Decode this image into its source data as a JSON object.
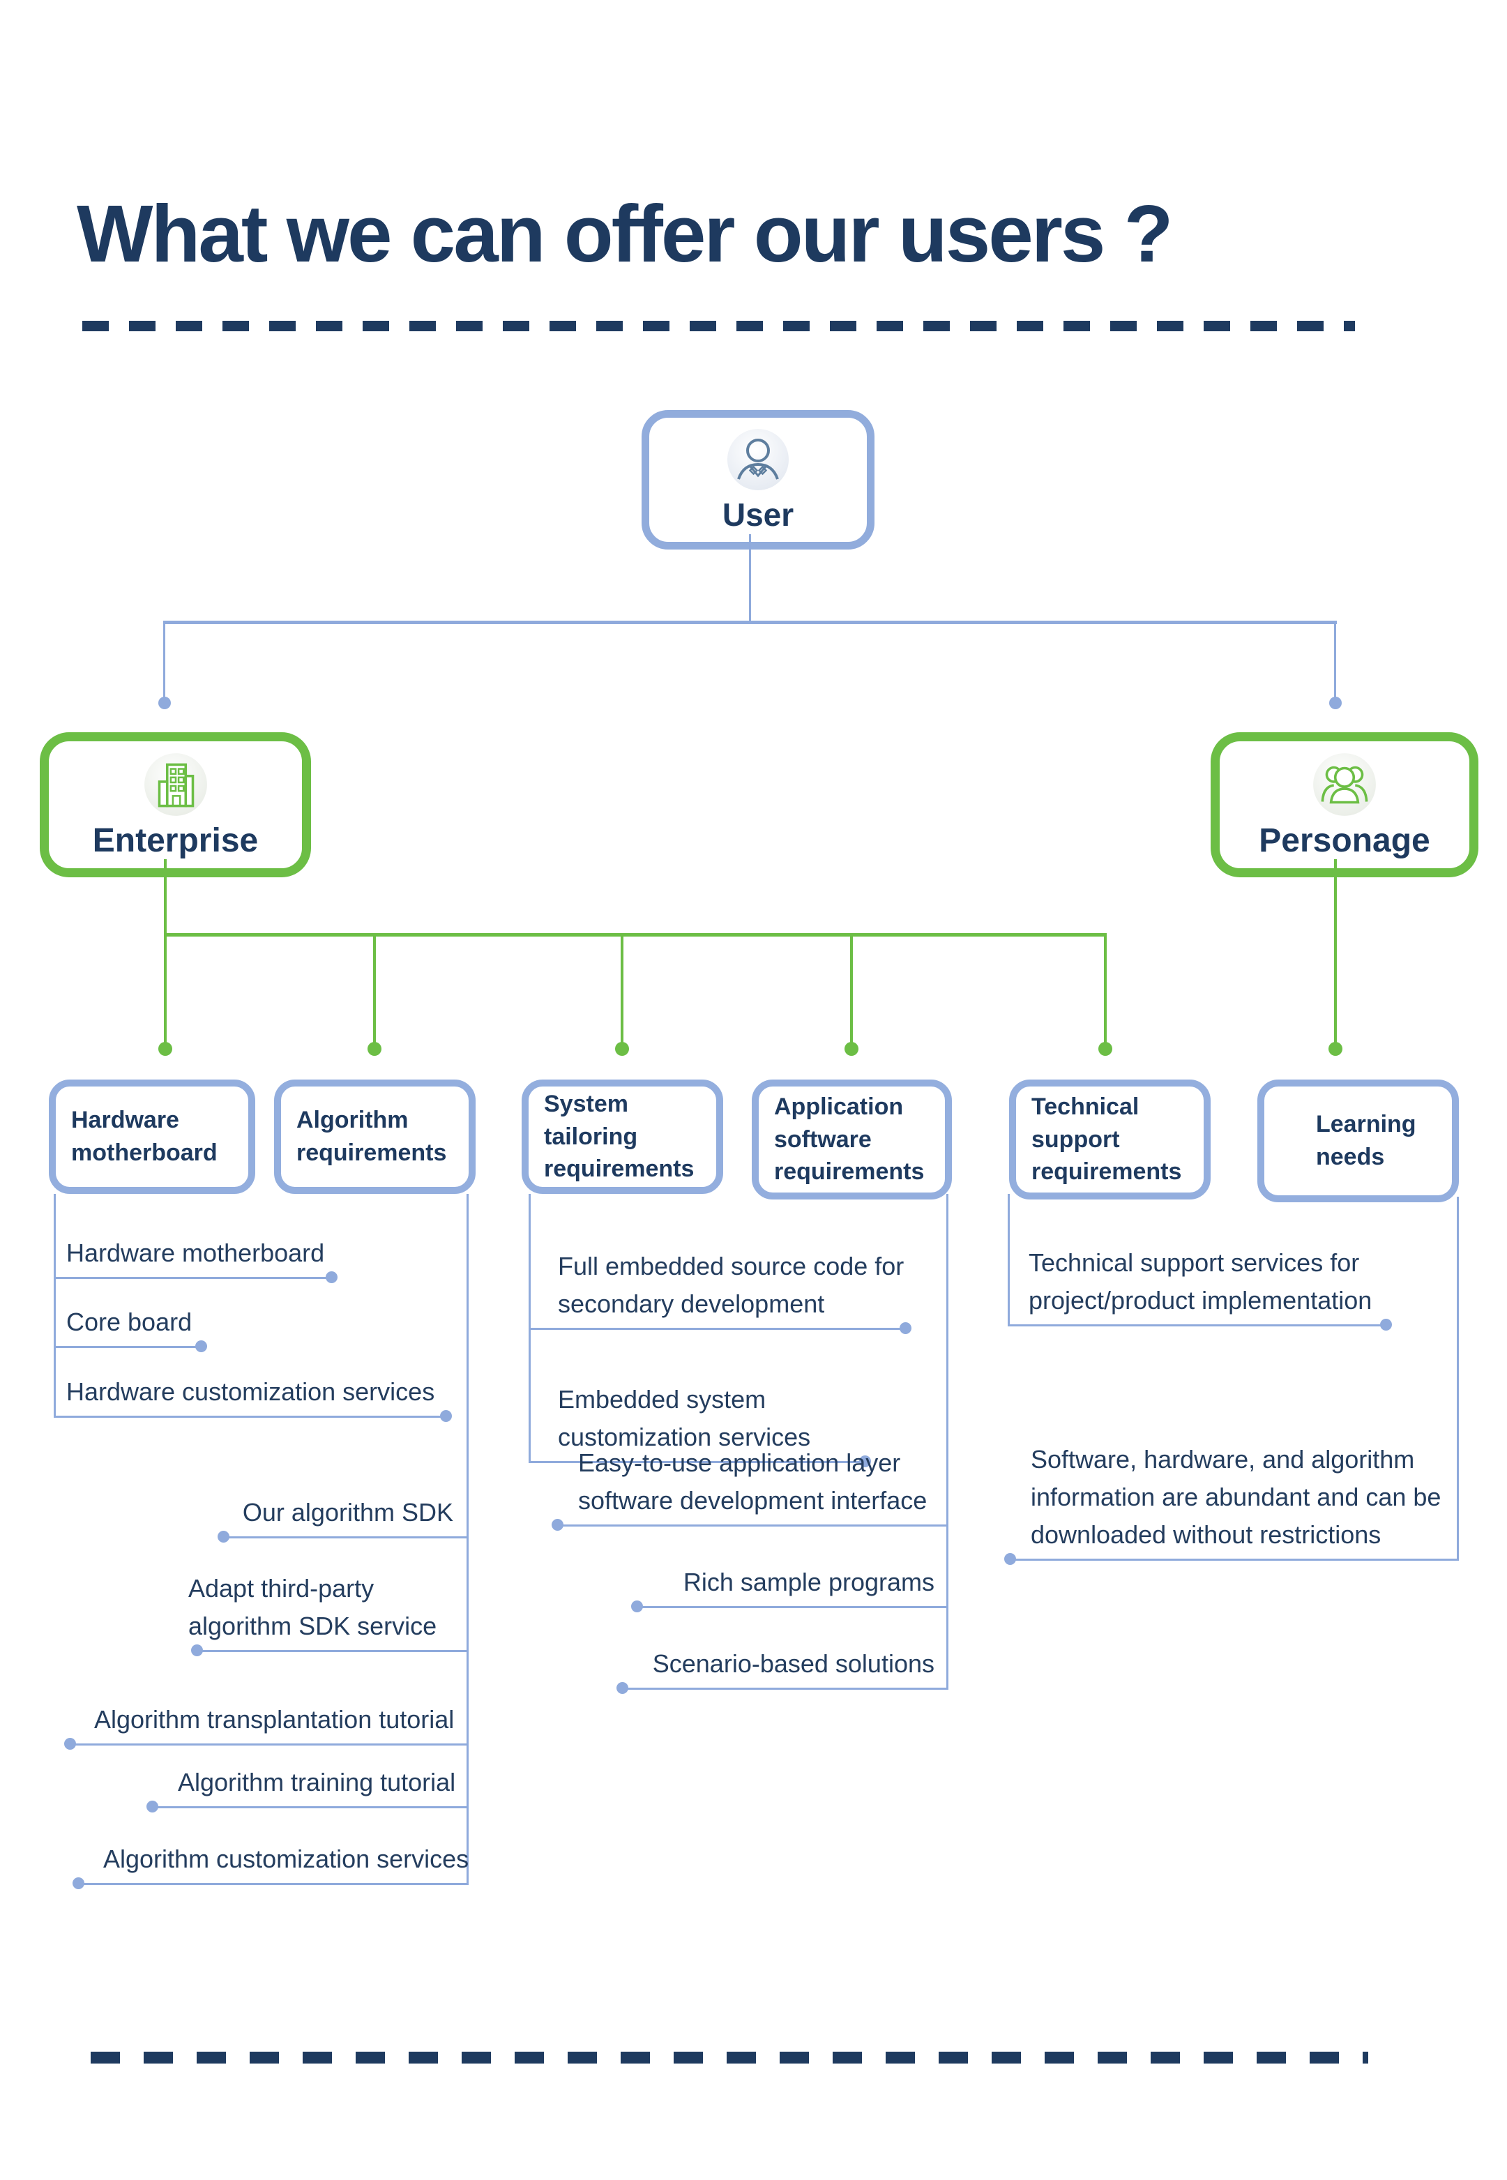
{
  "title": "What we can offer our users ?",
  "nodes": {
    "user": "User",
    "enterprise": "Enterprise",
    "personage": "Personage"
  },
  "categories": [
    "Hardware motherboard",
    "Algorithm requirements",
    "System tailoring requirements",
    "Application software requirements",
    "Technical support requirements",
    "Learning needs"
  ],
  "leaves": {
    "hardware": [
      "Hardware motherboard",
      "Core board",
      "Hardware customization services"
    ],
    "algorithm": [
      "Our algorithm SDK",
      "Adapt third-party\nalgorithm SDK service",
      "Algorithm transplantation tutorial",
      "Algorithm training tutorial",
      "Algorithm customization services"
    ],
    "system": [
      "Full embedded source code for\nsecondary development",
      "Embedded system\ncustomization services"
    ],
    "application": [
      "Easy-to-use application layer\nsoftware development interface",
      "Rich sample programs",
      "Scenario-based solutions"
    ],
    "technical": [
      "Technical support services for\nproject/product implementation"
    ],
    "learning": [
      "Software, hardware, and algorithm\ninformation are abundant and can be\ndownloaded without restrictions"
    ]
  },
  "icons": {
    "user": "person-icon",
    "enterprise": "building-icon",
    "personage": "people-icon"
  },
  "colors": {
    "navy": "#1E3A5F",
    "blue_accent": "#8FAADC",
    "green_accent": "#6CBE45",
    "background": "#FFFFFF"
  }
}
